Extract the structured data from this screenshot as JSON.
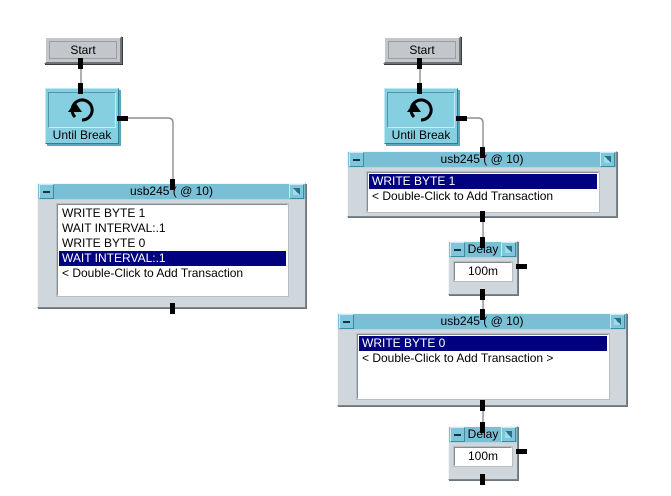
{
  "app": {
    "canvas_background": "#ffffff",
    "titlebar_color": "#79c0d6",
    "selection_color": "#000080",
    "node_color": "#86cfe0",
    "panel_color": "#cfd6dc"
  },
  "left_branch": {
    "start": {
      "label": "Start"
    },
    "loop": {
      "label": "Until Break",
      "icon": "loop-arrow-icon"
    },
    "panel": {
      "title": "usb245 ( @ 10)",
      "minimize_label": "minimize",
      "maximize_label": "maximize",
      "rows": [
        {
          "text": "WRITE BYTE 1",
          "selected": false
        },
        {
          "text": "WAIT INTERVAL:.1",
          "selected": false
        },
        {
          "text": "WRITE BYTE 0",
          "selected": false
        },
        {
          "text": "WAIT INTERVAL:.1",
          "selected": true
        },
        {
          "text": "< Double-Click to Add Transaction",
          "selected": false
        }
      ]
    }
  },
  "right_branch": {
    "start": {
      "label": "Start"
    },
    "loop": {
      "label": "Until Break",
      "icon": "loop-arrow-icon"
    },
    "panel_top": {
      "title": "usb245 ( @ 10)",
      "rows": [
        {
          "text": "WRITE BYTE 1",
          "selected": true
        },
        {
          "text": "< Double-Click to Add Transaction",
          "selected": false
        }
      ]
    },
    "delay_top": {
      "title": "Delay",
      "value": "100m"
    },
    "panel_bottom": {
      "title": "usb245 ( @ 10)",
      "rows": [
        {
          "text": "WRITE BYTE 0",
          "selected": true
        },
        {
          "text": "< Double-Click to Add Transaction >",
          "selected": false
        }
      ]
    },
    "delay_bottom": {
      "title": "Delay",
      "value": "100m"
    }
  }
}
